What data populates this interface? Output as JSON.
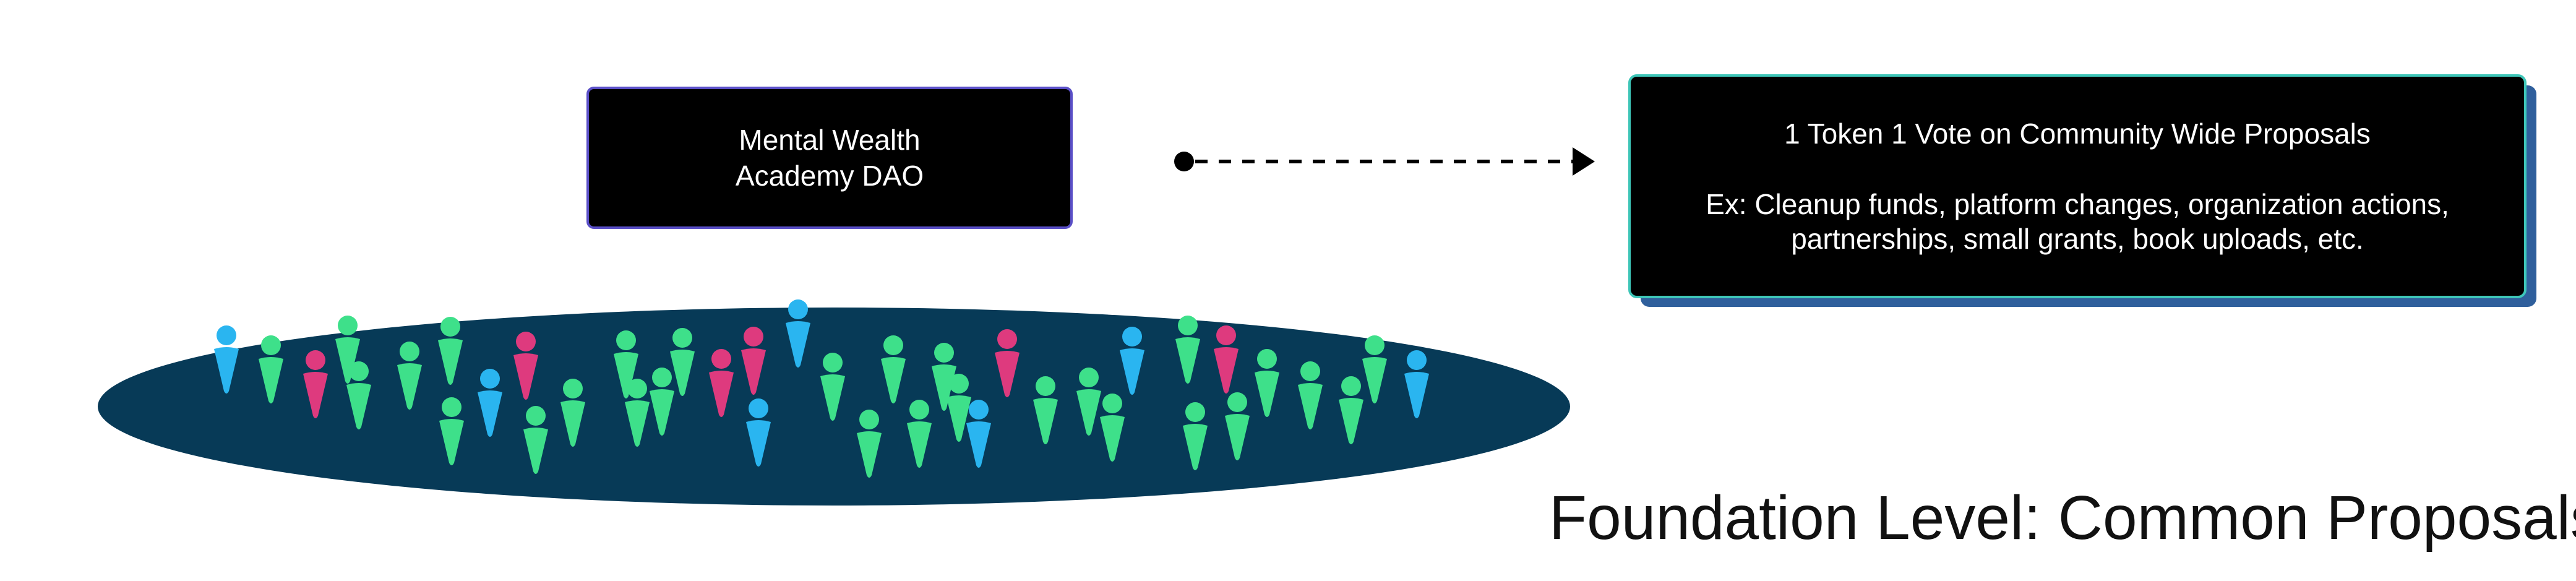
{
  "colors": {
    "background": "#ffffff",
    "box_fill": "#000000",
    "dao_border": "#5a4fc7",
    "proposal_border": "#3ec6b8",
    "proposal_shadow": "#2f5f9c",
    "ellipse_fill": "#073a57",
    "member_blue": "#2ab5f0",
    "member_green": "#3ee08a",
    "member_pink": "#de3a7e",
    "text_light": "#ffffff",
    "text_dark": "#111111"
  },
  "dao_box": {
    "line1": "Mental Wealth",
    "line2": "Academy DAO"
  },
  "connector": {
    "start_marker": "dot",
    "line_style": "dashed",
    "end_marker": "arrowhead"
  },
  "proposal_box": {
    "title": "1 Token 1 Vote on Community Wide Proposals",
    "examples": "Ex: Cleanup funds, platform changes, organization actions, partnerships, small grants, book uploads, etc."
  },
  "community": {
    "shape": "ellipse",
    "member_icon": "person-icon",
    "member_count": 41
  },
  "level_title": "Foundation Level: Common Proposals"
}
